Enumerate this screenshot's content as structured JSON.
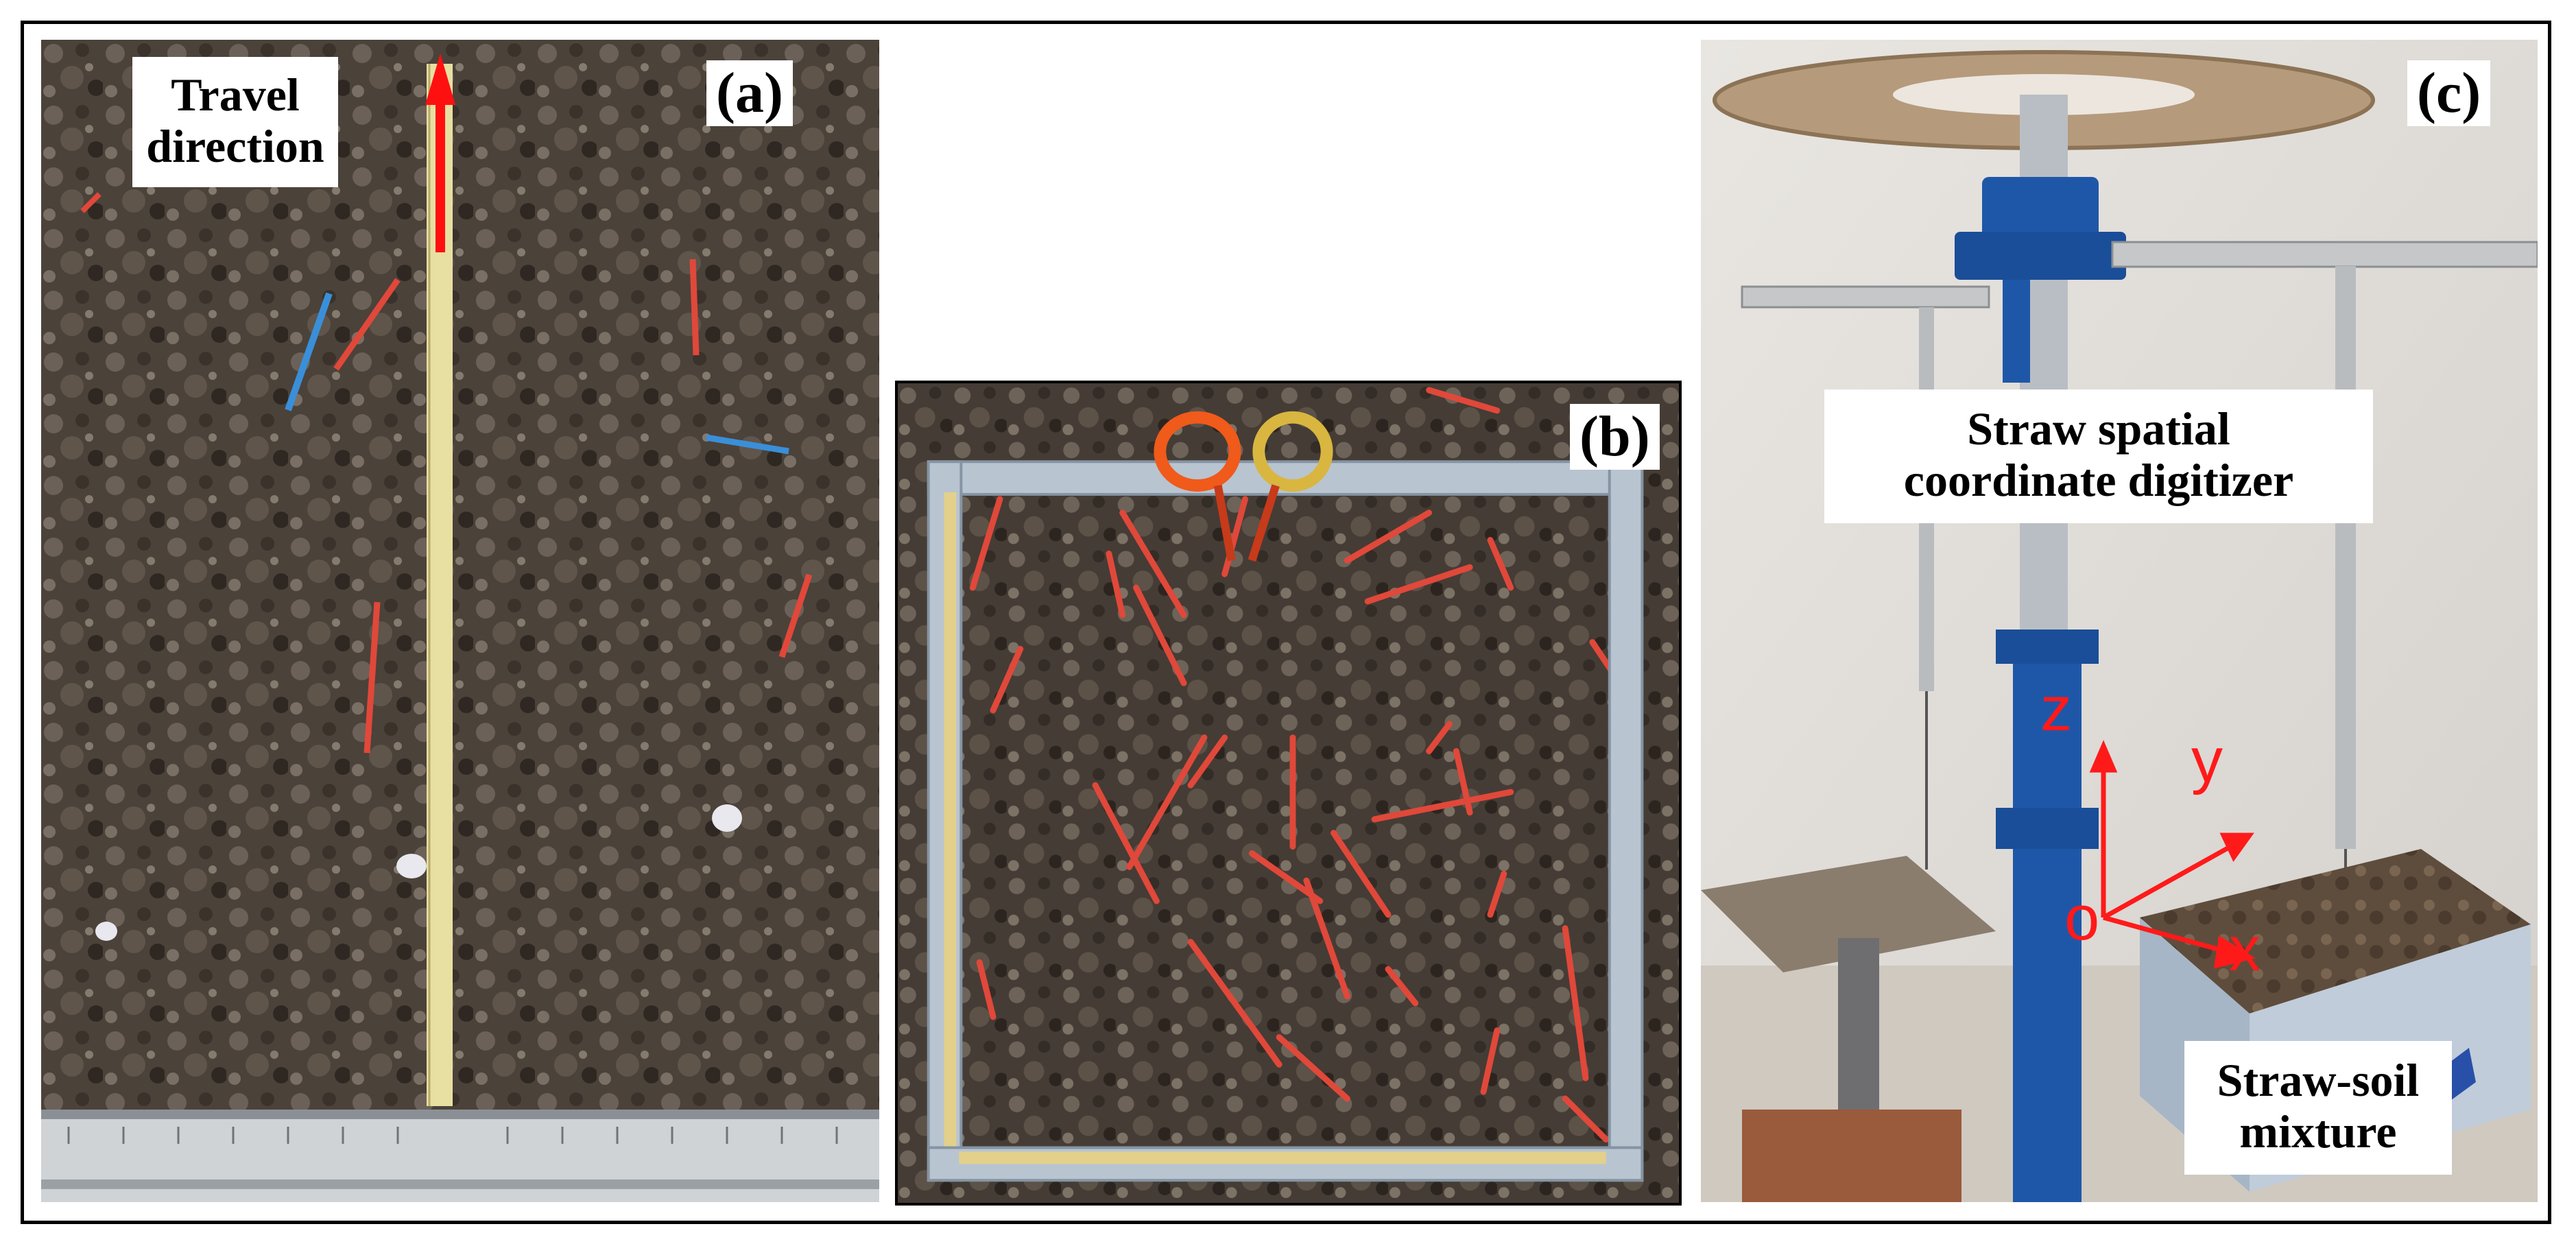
{
  "figure": {
    "panel_a": {
      "tag": "(a)",
      "label_line1": "Travel",
      "label_line2": "direction"
    },
    "panel_b": {
      "tag": "(b)"
    },
    "panel_c": {
      "tag": "(c)",
      "digitizer_line1": "Straw spatial",
      "digitizer_line2": "coordinate digitizer",
      "mixture_line1": "Straw-soil",
      "mixture_line2": "mixture",
      "axis_z": "z",
      "axis_y": "y",
      "axis_x": "x",
      "axis_origin": "o"
    }
  },
  "colors": {
    "soil": "#4a4038",
    "straw_marker": "#e0483a",
    "axis": "#ff1a1a",
    "machine_blue": "#1f57a8",
    "frame": "#000000"
  }
}
